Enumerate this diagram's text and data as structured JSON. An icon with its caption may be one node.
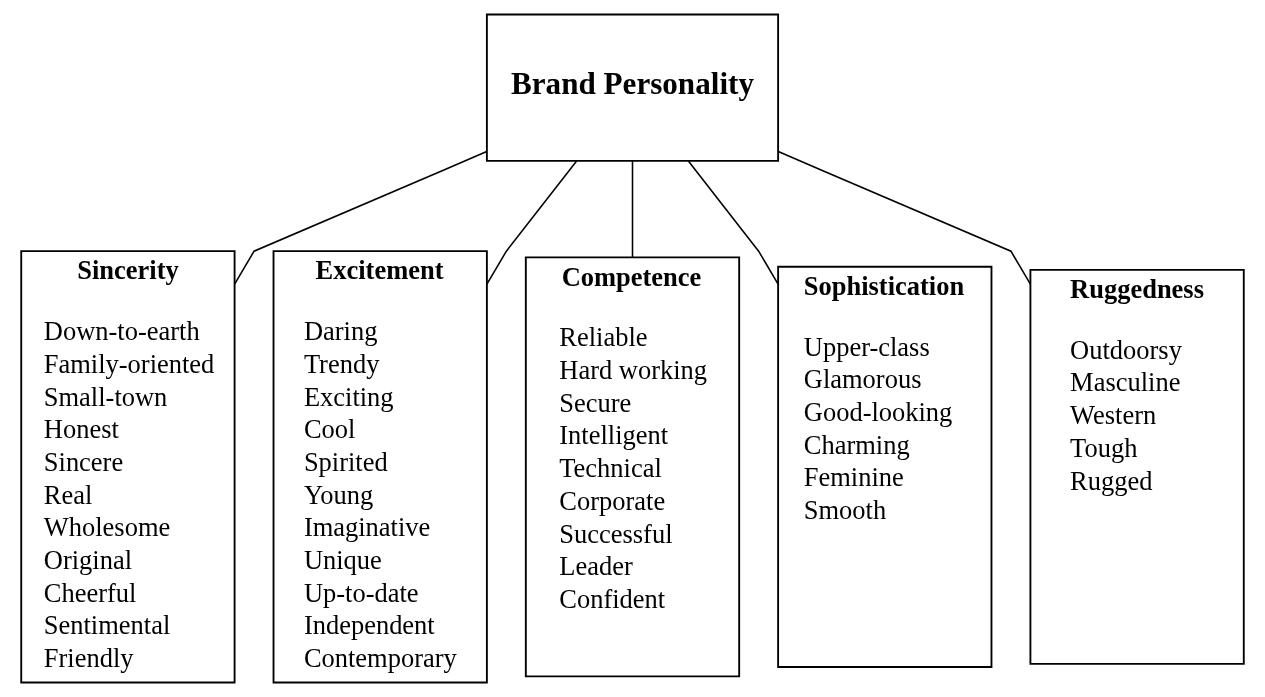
{
  "diagram": {
    "nodes": [
      {
        "text": [
          "Brand Personality"
        ]
      },
      {
        "text": [
          "Sincerity",
          "Down-to-earth",
          "Family-oriented",
          "Small-town",
          "Honest",
          "Sincere",
          "Real",
          "Wholesome",
          "Original",
          "Cheerful",
          "Sentimental",
          "Friendly"
        ]
      },
      {
        "text": [
          "Excitement",
          "Daring",
          "Trendy",
          "Exciting",
          "Cool",
          "Spirited",
          "Young",
          "Imaginative",
          "Unique",
          "Up-to-date",
          "Independent",
          "Contemporary"
        ]
      },
      {
        "text": [
          "Competence",
          "Reliable",
          "Hard working",
          "Secure",
          "Intelligent",
          "Technical",
          "Corporate",
          "Successful",
          "Leader",
          "Confident"
        ]
      },
      {
        "text": [
          "Sophistication",
          "Upper-class",
          "Glamorous",
          "Good-looking",
          "Charming",
          "Feminine",
          "Smooth"
        ]
      },
      {
        "text": [
          "Ruggedness",
          "Outdoorsy",
          "Masculine",
          "Western",
          "Tough",
          "Rugged"
        ]
      }
    ],
    "edges": [
      {
        "from": 0,
        "to": 1,
        "arrow": "none"
      },
      {
        "from": 0,
        "to": 2,
        "arrow": "none"
      },
      {
        "from": 0,
        "to": 3,
        "arrow": "none"
      },
      {
        "from": 0,
        "to": 4,
        "arrow": "none"
      },
      {
        "from": 0,
        "to": 5,
        "arrow": "none"
      }
    ]
  }
}
